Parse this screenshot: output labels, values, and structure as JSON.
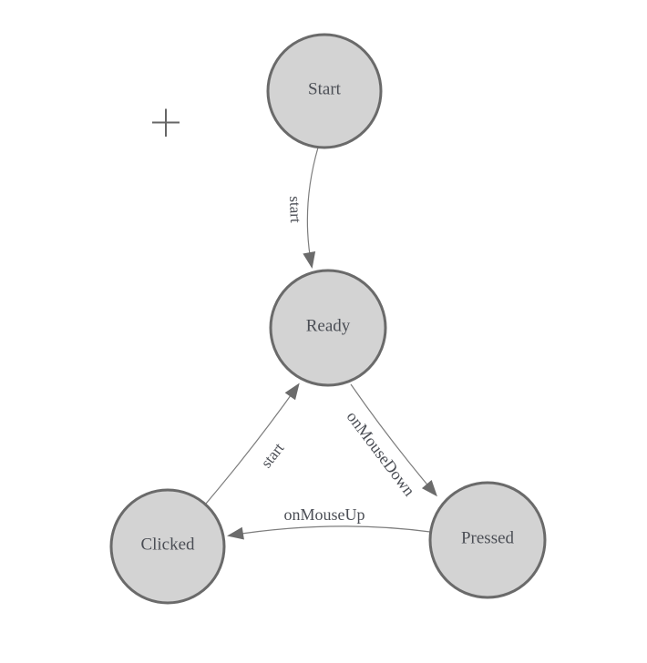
{
  "diagram": {
    "type": "state-machine",
    "nodes": [
      {
        "id": "start",
        "label": "Start"
      },
      {
        "id": "ready",
        "label": "Ready"
      },
      {
        "id": "clicked",
        "label": "Clicked"
      },
      {
        "id": "pressed",
        "label": "Pressed"
      }
    ],
    "edges": [
      {
        "from": "Start",
        "to": "Ready",
        "label": "start"
      },
      {
        "from": "Clicked",
        "to": "Ready",
        "label": "start"
      },
      {
        "from": "Ready",
        "to": "Pressed",
        "label": "onMouseDown"
      },
      {
        "from": "Pressed",
        "to": "Clicked",
        "label": "onMouseUp"
      }
    ],
    "icons": [
      {
        "name": "plus-icon"
      }
    ],
    "colors": {
      "node_fill": "#d3d3d3",
      "node_border": "#6a6a6a",
      "edge_line": "#7d7d7d",
      "arrowhead": "#6b6b6b",
      "text": "#4b4e55",
      "plus_icon": "#666666",
      "background": "#ffffff"
    }
  }
}
